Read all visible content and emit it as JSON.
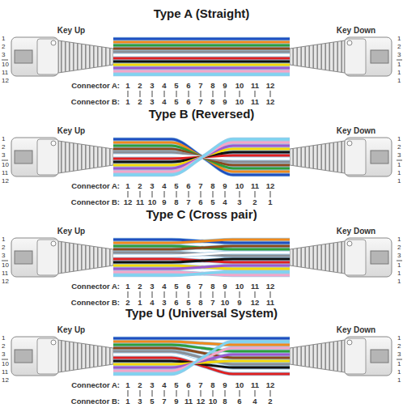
{
  "diagram": {
    "labels": [
      "Type A (Straight)",
      "Key Up",
      "Key Down",
      "1",
      "2",
      "3",
      "10",
      "11",
      "12",
      "1",
      "2",
      "3",
      "1",
      "1",
      "1",
      "Connector A:",
      "1",
      "2",
      "3",
      "4",
      "5",
      "6",
      "7",
      "8",
      "9",
      "10",
      "11",
      "12",
      "Connector B:",
      "1",
      "2",
      "3",
      "4",
      "5",
      "6",
      "7",
      "8",
      "9",
      "10",
      "11",
      "12",
      "Type B (Reversed)",
      "Key Up",
      "Key Down",
      "1",
      "2",
      "3",
      "10",
      "11",
      "12",
      "1",
      "2",
      "3",
      "1",
      "1",
      "1",
      "Connector A:",
      "1",
      "2",
      "3",
      "4",
      "5",
      "6",
      "7",
      "8",
      "9",
      "10",
      "11",
      "12",
      "Connector B:",
      "12",
      "11",
      "10",
      "9",
      "8",
      "7",
      "6",
      "5",
      "4",
      "3",
      "2",
      "1",
      "Type C (Cross pair)",
      "Key Up",
      "Key Down",
      "1",
      "2",
      "3",
      "10",
      "11",
      "12",
      "1",
      "2",
      "3",
      "1",
      "1",
      "1",
      "Connector A:",
      "1",
      "2",
      "3",
      "4",
      "5",
      "6",
      "7",
      "8",
      "9",
      "10",
      "11",
      "12",
      "Connector B:",
      "2",
      "1",
      "4",
      "3",
      "6",
      "5",
      "8",
      "7",
      "10",
      "9",
      "12",
      "11",
      "Type U (Universal System)",
      "Key Up",
      "Key Down",
      "1",
      "2",
      "3",
      "10",
      "11",
      "12",
      "1",
      "2",
      "3",
      "1",
      "1",
      "1",
      "Connector A:",
      "1",
      "2",
      "3",
      "4",
      "5",
      "6",
      "7",
      "8",
      "9",
      "10",
      "11",
      "12",
      "Connector B:",
      "1",
      "3",
      "5",
      "7",
      "9",
      "11",
      "12",
      "10",
      "8",
      "6",
      "4",
      "2"
    ]
  }
}
